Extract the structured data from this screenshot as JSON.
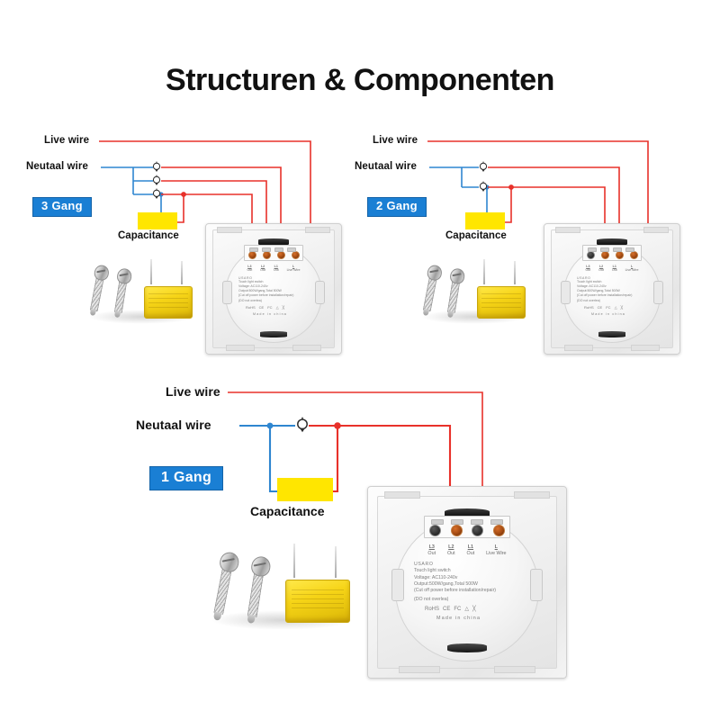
{
  "page": {
    "title": "Structuren & Componenten",
    "background_color": "#ffffff"
  },
  "colors": {
    "live_wire": "#e8312a",
    "neutral_wire": "#2f86d0",
    "badge_background": "#1a7fd4",
    "badge_text": "#ffffff",
    "capacitor_yellow": "#ffe600",
    "title_text": "#111111"
  },
  "diagrams": [
    {
      "id": "three-gang",
      "badge": "3 Gang",
      "live_wire_label": "Live wire",
      "neutral_wire_label": "Neutaal wire",
      "capacitance_label": "Capacitance",
      "lamp_count": 3
    },
    {
      "id": "two-gang",
      "badge": "2 Gang",
      "live_wire_label": "Live wire",
      "neutral_wire_label": "Neutaal wire",
      "capacitance_label": "Capacitance",
      "lamp_count": 2
    },
    {
      "id": "one-gang",
      "badge": "1 Gang",
      "live_wire_label": "Live wire",
      "neutral_wire_label": "Neutaal wire",
      "capacitance_label": "Capacitance",
      "lamp_count": 1
    }
  ],
  "switch_module": {
    "brand": "USARO",
    "product": "Touch light switch",
    "voltage": "Voltage: AC110-240v",
    "output": "Output:500W/gang,Total 500W",
    "warning": "(Cut off power before installation/repair)",
    "note": "(DO not overlea)",
    "made_in": "Made in china",
    "terminals": [
      {
        "name": "L3",
        "sub": "Out"
      },
      {
        "name": "L2",
        "sub": "Out"
      },
      {
        "name": "L1",
        "sub": "Out"
      },
      {
        "name": "L",
        "sub": "Live Wire"
      }
    ],
    "certifications": [
      "RoHS",
      "CE",
      "FC",
      "house-mark",
      "weee-bin"
    ]
  },
  "hardware": {
    "screw_count": 2,
    "capacitor_count": 1,
    "screw_name": "mounting-screw",
    "capacitor_name": "film-capacitor"
  }
}
